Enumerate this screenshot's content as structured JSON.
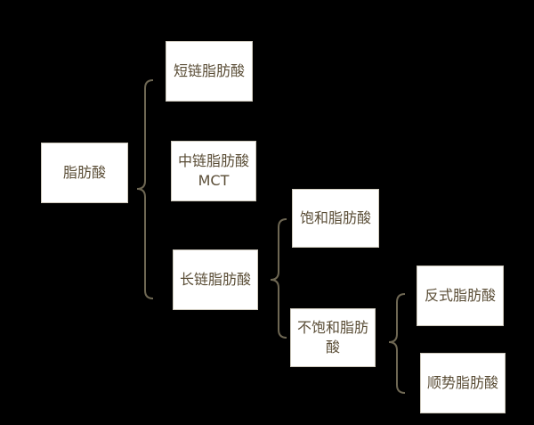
{
  "colors": {
    "background": "#000000",
    "node_fill": "#ffffff",
    "node_border": "#cfcabd",
    "text": "#5a4d36",
    "bracket": "#6e6753"
  },
  "tree": {
    "root": {
      "label": "脂肪酸"
    },
    "short_chain": {
      "label": "短链脂肪酸"
    },
    "medium_chain": {
      "label": "中链脂肪酸MCT"
    },
    "long_chain": {
      "label": "长链脂肪酸"
    },
    "saturated": {
      "label": "饱和脂肪酸"
    },
    "unsaturated": {
      "label": "不饱和脂肪酸"
    },
    "trans": {
      "label": "反式脂肪酸"
    },
    "cis": {
      "label": "顺势脂肪酸"
    }
  }
}
